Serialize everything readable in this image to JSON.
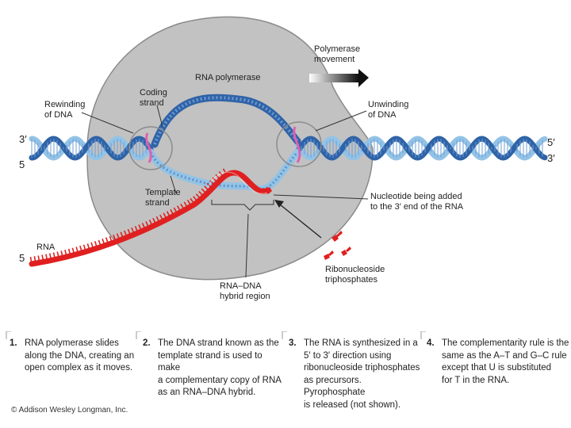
{
  "labels": {
    "polymerase_movement": "Polymerase\nmovement",
    "rna_polymerase": "RNA polymerase",
    "coding_strand": "Coding\nstrand",
    "rewinding": "Rewinding\nof DNA",
    "unwinding": "Unwinding\nof DNA",
    "template_strand": "Template\nstrand",
    "nucleotide_added": "Nucleotide being added\nto the 3′ end of the RNA",
    "ribonucleoside": "Ribonucleoside\ntriphosphates",
    "hybrid_region": "RNA–DNA\nhybrid region",
    "rna": "RNA",
    "left_3prime": "3′",
    "left_5prime": "5",
    "right_5prime": "5′",
    "right_3prime": "3′",
    "rna_5prime": "5"
  },
  "steps": [
    {
      "num": "1.",
      "text": "RNA polymerase slides\nalong the DNA, creating an\nopen complex as it moves."
    },
    {
      "num": "2.",
      "text": "The DNA strand known as the\ntemplate strand is used to make\na complementary copy of RNA\nas an RNA–DNA hybrid."
    },
    {
      "num": "3.",
      "text": "The RNA is synthesized in a\n5′ to 3′ direction using\nribonucleoside triphosphates\nas precursors. Pyrophosphate\nis released (not shown)."
    },
    {
      "num": "4.",
      "text": "The complementarity rule is the\nsame as the A–T and G–C rule\nexcept that U is substituted\nfor T in the RNA."
    }
  ],
  "copyright": "© Addison Wesley Longman, Inc.",
  "colors": {
    "polymerase_body": "#c2c2c2",
    "dna_dark": "#2f63a7",
    "dna_light": "#93c3e6",
    "rna_red": "#e02020",
    "caption_border": "#9a9a9a"
  }
}
